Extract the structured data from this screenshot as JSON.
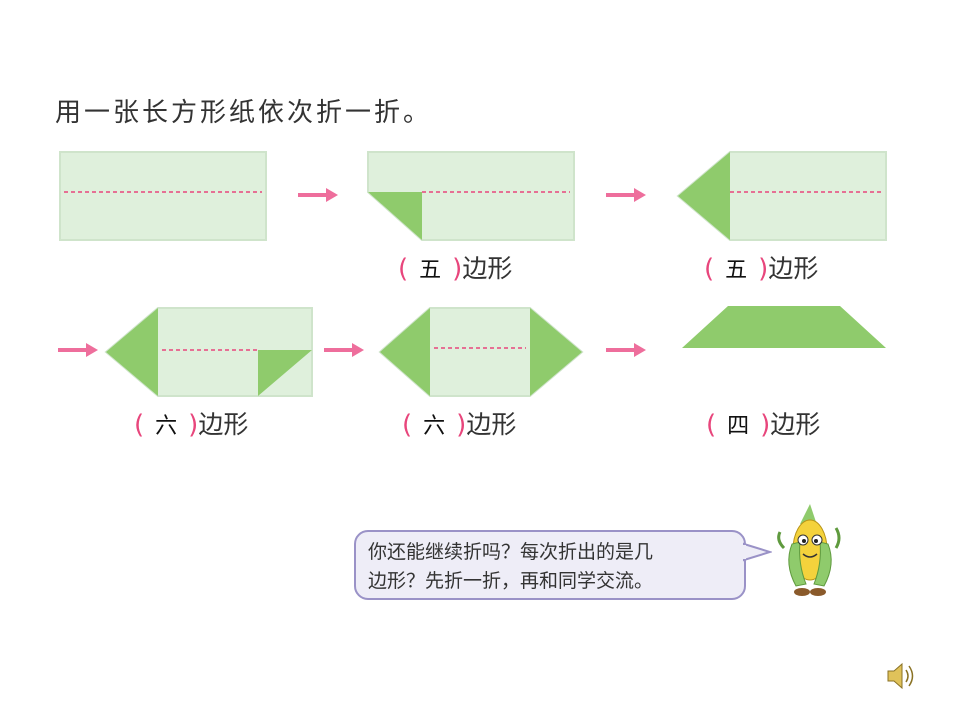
{
  "title": "用一张长方形纸依次折一折。",
  "labels": {
    "paren_open": "(",
    "paren_close": ")",
    "suffix": "边形",
    "step2": "五",
    "step3": "五",
    "step4": "六",
    "step5": "六",
    "step6": "四"
  },
  "bubble": {
    "line1": "你还能继续折吗？每次折出的是几",
    "line2": "边形？先折一折，再和同学交流。"
  },
  "colors": {
    "paper": "#dff0dc",
    "fold": "#8fcb6c",
    "fold_dark": "#7bbd58",
    "dash": "#e8467c",
    "arrow": "#ee6e9c"
  }
}
